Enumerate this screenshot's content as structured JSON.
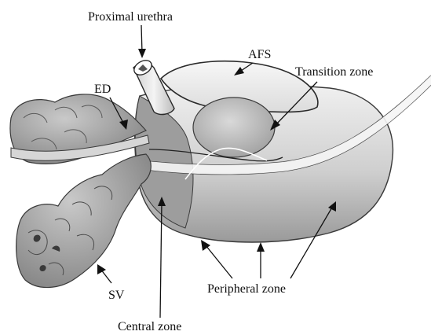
{
  "labels": {
    "proximal_urethra": "Proximal urethra",
    "afs": "AFS",
    "transition_zone": "Transition zone",
    "ed": "ED",
    "sv": "SV",
    "peripheral_zone": "Peripheral zone",
    "central_zone": "Central zone"
  },
  "colors": {
    "outline": "#3a3a3a",
    "gland_light": "#e6e6e6",
    "gland_mid": "#bdbdbd",
    "gland_dark": "#8f8f8f",
    "sv_fill": "#a8a8a8",
    "label_text": "#111111"
  }
}
